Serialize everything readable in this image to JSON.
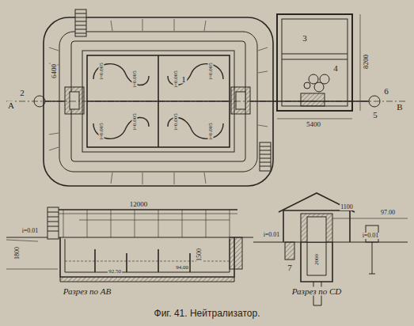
{
  "diagram": {
    "caption": "Фиг. 41. Нейтрализатор.",
    "labels": [
      "6400",
      "i=0.005",
      "i=0.005",
      "i=0.005",
      "i=0.005",
      "i=0.005",
      "i=0.005",
      "i=0.005",
      "i=0.005",
      "1",
      "2",
      "A",
      "3",
      "4",
      "8200",
      "5",
      "6",
      "B",
      "5400",
      "1500",
      "12000",
      "i=0.01",
      "1800",
      "92.50",
      "94.00",
      "1100",
      "97.00",
      "2000",
      "i=0.01",
      "i=0.01",
      "7",
      "Разрез по AB",
      "Разрез по CD"
    ]
  }
}
